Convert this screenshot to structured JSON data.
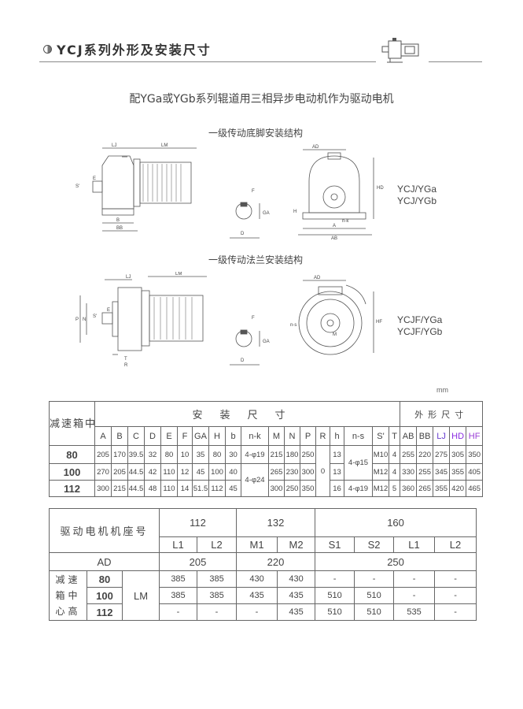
{
  "header": {
    "title": "YCJ系列外形及安装尺寸"
  },
  "subtitle": "配YGa或YGb系列辊道用三相异步电动机作为驱动电机",
  "sections": [
    {
      "heading": "一级传动底脚安装结构",
      "models": [
        "YCJ/YGa",
        "YCJ/YGb"
      ],
      "labels": {
        "lj": "LJ",
        "lm": "LM",
        "s": "S'",
        "e": "E",
        "b": "B",
        "bb": "BB",
        "h": "H",
        "ad": "AD",
        "hd": "HD",
        "a": "A",
        "ab": "AB",
        "nk": "n-k",
        "f": "F",
        "ga": "GA",
        "d": "D"
      }
    },
    {
      "heading": "一级传动法兰安装结构",
      "models": [
        "YCJF/YGa",
        "YCJF/YGb"
      ],
      "labels": {
        "lj": "LJ",
        "lm": "LM",
        "s": "S'",
        "e": "E",
        "p": "P",
        "n": "N",
        "t": "T",
        "r": "R",
        "ad": "AD",
        "hf": "HF",
        "f": "F",
        "ga": "GA",
        "d": "D",
        "ns": "n-s",
        "m": "M"
      }
    }
  ],
  "unit": "mm",
  "table1": {
    "corner": "减速箱中心高",
    "group_install": "安装尺寸",
    "group_outline": "外形尺寸",
    "columns": [
      "A",
      "B",
      "C",
      "D",
      "E",
      "F",
      "GA",
      "H",
      "b",
      "n-k",
      "M",
      "N",
      "P",
      "R",
      "h",
      "n-s",
      "S'",
      "T",
      "AB",
      "BB",
      "LJ",
      "HD",
      "HF"
    ],
    "rows": [
      {
        "size": "80",
        "A": "205",
        "B": "170",
        "C": "39.5",
        "D": "32",
        "E": "80",
        "F": "10",
        "GA": "35",
        "H": "80",
        "b": "30",
        "M": "215",
        "N": "180",
        "P": "250",
        "h": "13",
        "S": "M10",
        "T": "4",
        "AB": "255",
        "BB": "220",
        "LJ": "275",
        "HD": "305",
        "HF": "350"
      },
      {
        "size": "100",
        "A": "270",
        "B": "205",
        "C": "44.5",
        "D": "42",
        "E": "110",
        "F": "12",
        "GA": "45",
        "H": "100",
        "b": "40",
        "M": "265",
        "N": "230",
        "P": "300",
        "h": "13",
        "S": "M12",
        "T": "4",
        "AB": "330",
        "BB": "255",
        "LJ": "345",
        "HD": "355",
        "HF": "405"
      },
      {
        "size": "112",
        "A": "300",
        "B": "215",
        "C": "44.5",
        "D": "48",
        "E": "110",
        "F": "14",
        "GA": "51.5",
        "H": "112",
        "b": "45",
        "M": "300",
        "N": "250",
        "P": "350",
        "h": "16",
        "S": "M12",
        "T": "5",
        "AB": "360",
        "BB": "265",
        "LJ": "355",
        "HD": "420",
        "HF": "465"
      }
    ],
    "merged": {
      "nk_80": "4-φ19",
      "nk_100_112": "4-φ24",
      "R_all": "0",
      "ns_80_100": "4-φ15",
      "ns_112": "4-φ19"
    }
  },
  "table2": {
    "corner": "驱动电机机座号",
    "frames": [
      {
        "label": "112",
        "span": 2
      },
      {
        "label": "132",
        "span": 2
      },
      {
        "label": "160",
        "span": 4
      }
    ],
    "subs": [
      "L1",
      "L2",
      "M1",
      "M2",
      "S1",
      "S2",
      "L1",
      "L2"
    ],
    "ad_label": "AD",
    "ad_values": [
      "205",
      "220",
      "250"
    ],
    "side_label": "减速箱中心高",
    "lm_label": "LM",
    "rows": [
      {
        "size": "80",
        "values": [
          "385",
          "385",
          "430",
          "430",
          "-",
          "-",
          "-",
          "-"
        ]
      },
      {
        "size": "100",
        "values": [
          "385",
          "385",
          "435",
          "435",
          "510",
          "510",
          "-",
          "-"
        ]
      },
      {
        "size": "112",
        "values": [
          "-",
          "-",
          "-",
          "435",
          "510",
          "510",
          "535",
          "-"
        ]
      }
    ]
  }
}
